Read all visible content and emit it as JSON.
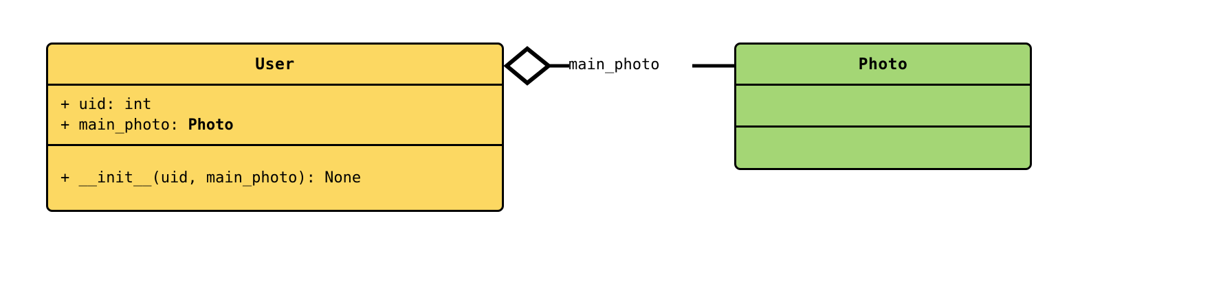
{
  "diagram": {
    "type": "uml-class-diagram",
    "background": "#ffffff",
    "classes": [
      {
        "name": "User",
        "fill": "#fcd862",
        "border": "#000000",
        "attributes": [
          {
            "visibility": "+",
            "text": "+ uid: int",
            "prefix": "+ uid: int",
            "type_emphasis": ""
          },
          {
            "visibility": "+",
            "text": "+ main_photo: Photo",
            "prefix": "+ main_photo: ",
            "type_emphasis": "Photo"
          }
        ],
        "methods": [
          {
            "visibility": "+",
            "text": "+ __init__(uid, main_photo): None"
          }
        ]
      },
      {
        "name": "Photo",
        "fill": "#a4d675",
        "border": "#000000",
        "attributes": [],
        "methods": []
      }
    ],
    "relationships": [
      {
        "kind": "aggregation",
        "source": "User",
        "target": "Photo",
        "label": "main_photo",
        "diamond": "hollow",
        "diamond_fill": "#ffffff"
      }
    ]
  }
}
